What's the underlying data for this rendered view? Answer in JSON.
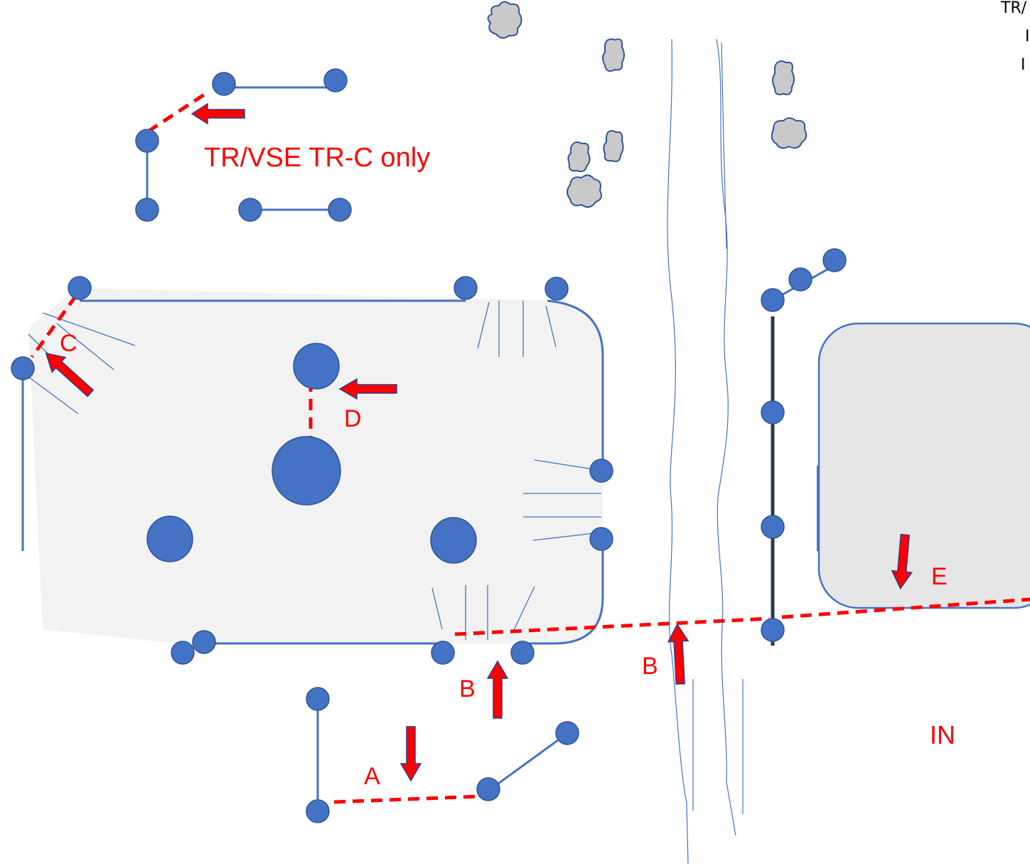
{
  "colors": {
    "pole": "#4472c4",
    "pole_edge": "#2f5597",
    "line": "#4472c4",
    "red": "#ff0000",
    "arena": "#f2f2f2",
    "box": "#e7e6e6",
    "bush": "#c9c9c9",
    "dark_fence": "#2e3a4a"
  },
  "labels": {
    "top_note": "TR/VSE TR-C only",
    "a": "A",
    "b_left": "B",
    "b_right": "B",
    "c": "C",
    "d": "D",
    "e": "E",
    "in": "IN",
    "corner_line1": "TR/",
    "corner_line2": "I",
    "corner_line3": "I"
  }
}
